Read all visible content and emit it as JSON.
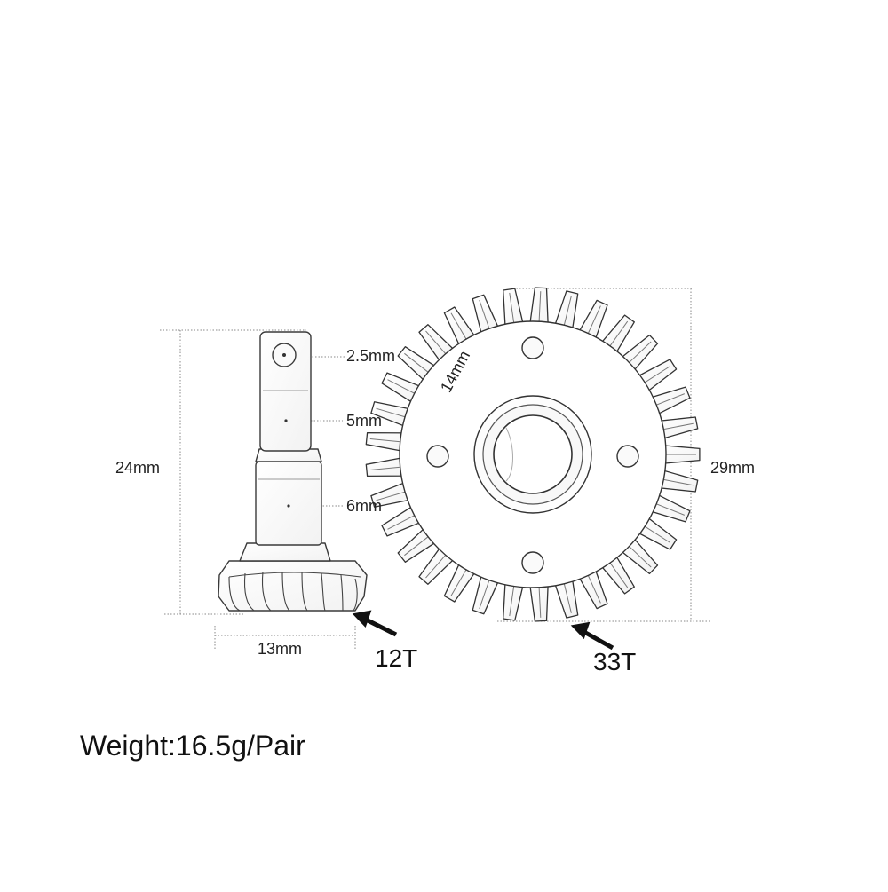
{
  "pinion": {
    "height_label": "24mm",
    "width_label": "13mm",
    "hole_label": "2.5mm",
    "shaft_small_label": "5mm",
    "shaft_large_label": "6mm",
    "teeth_label": "12T"
  },
  "ring_gear": {
    "diameter_label": "29mm",
    "bolt_circle_label": "14mm",
    "teeth_label": "33T"
  },
  "weight_label": "Weight:16.5g/Pair",
  "colors": {
    "line": "#333333",
    "dotted": "#888888",
    "background": "#ffffff"
  }
}
